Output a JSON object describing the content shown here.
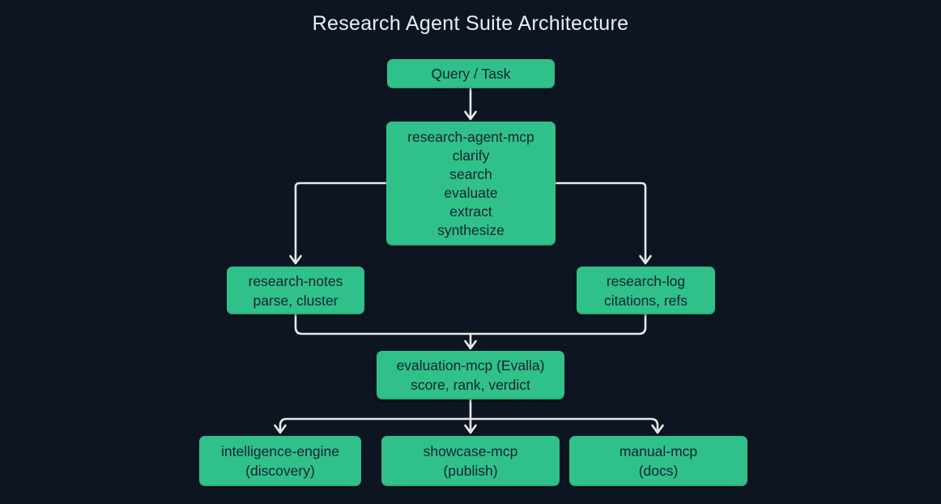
{
  "title": "Research Agent Suite Architecture",
  "colors": {
    "background": "#0d1522",
    "node_fill": "#30c18a",
    "node_text": "#15222f",
    "arrow": "#e8e9ea",
    "title_text": "#eceef1"
  },
  "nodes": {
    "query": {
      "lines": [
        "Query / Task"
      ]
    },
    "agent": {
      "lines": [
        "research-agent-mcp",
        "clarify",
        "search",
        "evaluate",
        "extract",
        "synthesize"
      ]
    },
    "notes": {
      "lines": [
        "research-notes",
        "parse, cluster"
      ]
    },
    "log": {
      "lines": [
        "research-log",
        "citations, refs"
      ]
    },
    "evaluation": {
      "lines": [
        "evaluation-mcp (Evalla)",
        "score, rank, verdict"
      ]
    },
    "intelligence": {
      "lines": [
        "intelligence-engine",
        "(discovery)"
      ]
    },
    "showcase": {
      "lines": [
        "showcase-mcp",
        "(publish)"
      ]
    },
    "manual": {
      "lines": [
        "manual-mcp",
        "(docs)"
      ]
    }
  }
}
